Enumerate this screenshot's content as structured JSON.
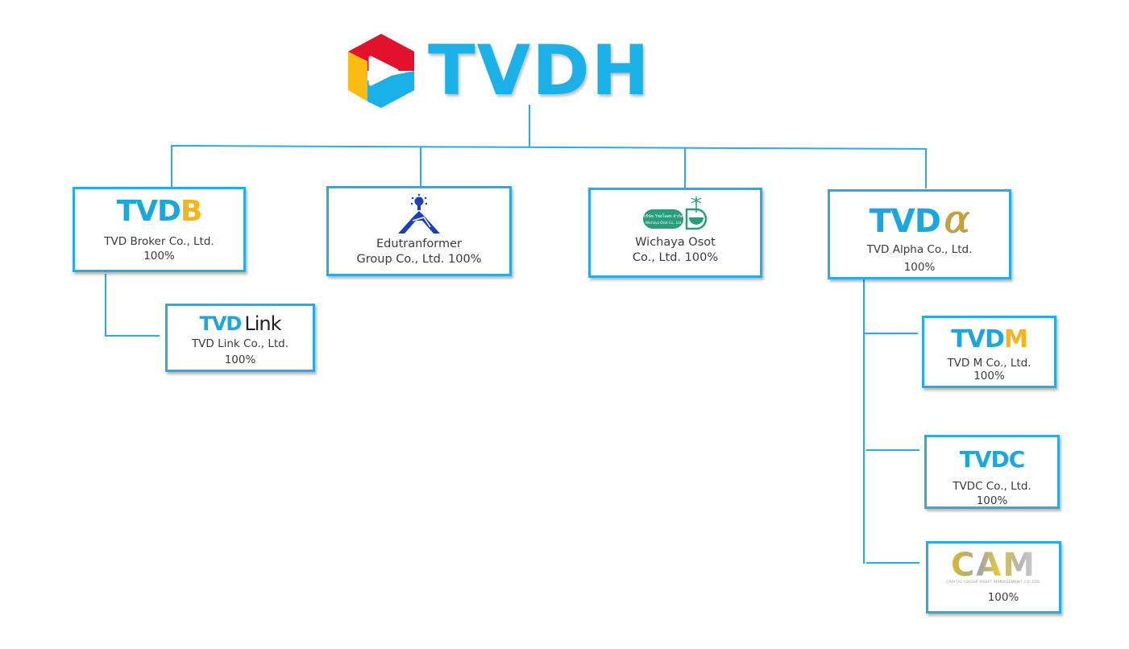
{
  "root": {
    "logo_text": "TVDH",
    "logo_icon": "play-hexagon-icon",
    "colors": {
      "red": "#e4112d",
      "yellow": "#fbbb10",
      "blue": "#1ab0e8"
    }
  },
  "accent_color": "#29ace2",
  "subsidiaries": [
    {
      "id": "tvdb",
      "logo": {
        "prefix": "TVD",
        "suffix": "B",
        "suffix_color": "#f5b51b"
      },
      "name": "TVD Broker Co., Ltd.",
      "ownership": "100%"
    },
    {
      "id": "edu",
      "logo": {
        "icon": "lightbulb-mountain-icon"
      },
      "name_line1": "Edutranformer",
      "name_line2": "Group Co., Ltd. 100%"
    },
    {
      "id": "wichaya",
      "logo": {
        "icon": "herbal-mortar-icon",
        "badge_text": "บริษัท วิชยโอสถ จำกัด",
        "badge_sub": "Wichaya Osot Co., Ltd"
      },
      "name_line1": "Wichaya Osot",
      "name_line2": "Co., Ltd. 100%"
    },
    {
      "id": "tvdalpha",
      "logo": {
        "prefix": "TVD",
        "suffix": "α"
      },
      "name": "TVD Alpha Co., Ltd.",
      "ownership": "100%"
    }
  ],
  "children": {
    "tvdb": [
      {
        "id": "tvdlink",
        "logo": {
          "prefix": "TVD",
          "suffix": "Link"
        },
        "name": "TVD Link Co., Ltd.",
        "ownership": "100%"
      }
    ],
    "tvdalpha": [
      {
        "id": "tvdm",
        "logo": {
          "prefix": "TVD",
          "suffix": "M",
          "suffix_color": "#f5b51b"
        },
        "name": "TVD M Co., Ltd.",
        "ownership": "100%"
      },
      {
        "id": "tvdc",
        "logo": {
          "prefix": "TVDC"
        },
        "name": "TVDC Co., Ltd.",
        "ownership": "100%"
      },
      {
        "id": "cam",
        "logo": {
          "text": "CAM",
          "tagline": "CAPITAL GROUP ASSET MANAGEMENT CO.,LTD."
        },
        "ownership": "100%"
      }
    ]
  }
}
